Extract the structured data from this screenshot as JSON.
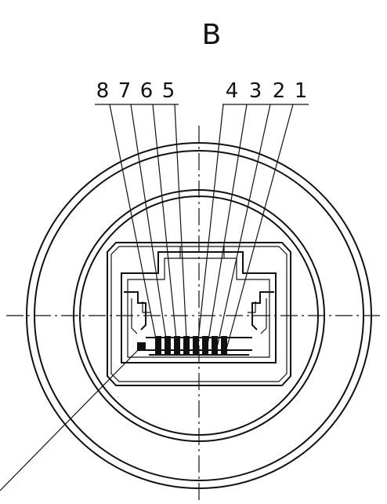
{
  "view_label": "B",
  "pin_labels": [
    "8",
    "7",
    "6",
    "5",
    "4",
    "3",
    "2",
    "1"
  ],
  "colors": {
    "ink": "#111111",
    "background": "#ffffff"
  }
}
